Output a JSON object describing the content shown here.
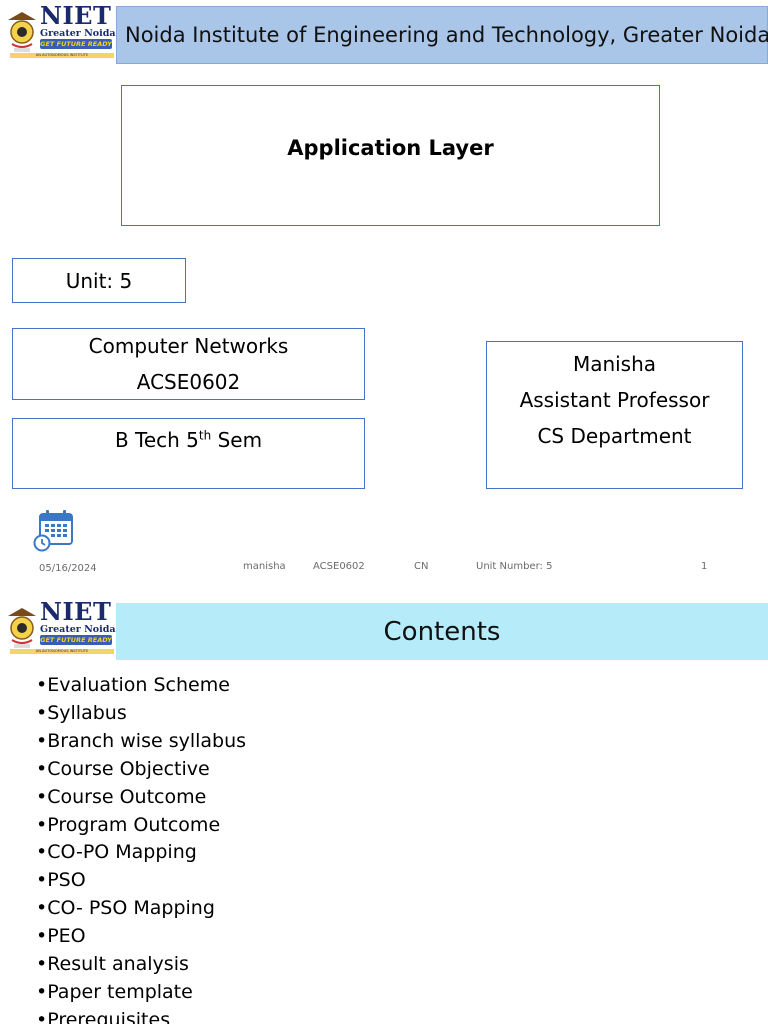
{
  "logo": {
    "name": "NIET",
    "subtitle": "Greater Noida",
    "tagline": "GET FUTURE READY",
    "strip": "AN AUTONOMOUS INSTITUTE"
  },
  "slide1": {
    "header_title": "Noida Institute of Engineering and Technology, Greater Noida",
    "topic_title": "Application Layer",
    "unit": "Unit: 5",
    "course_name": "Computer Networks",
    "course_code": "ACSE0602",
    "program_main": "B Tech 5",
    "program_sup": "th",
    "program_tail": " Sem",
    "faculty_name": "Manisha",
    "faculty_designation": "Assistant Professor",
    "faculty_department": "CS Department",
    "footer": {
      "date": "05/16/2024",
      "author": "manisha",
      "code": "ACSE0602",
      "subject": "CN",
      "unit_number": "Unit Number: 5",
      "page": "1"
    }
  },
  "slide2": {
    "title": "Contents",
    "items": [
      "•Evaluation Scheme",
      "•Syllabus",
      "•Branch wise syllabus",
      "•Course Objective",
      "•Course Outcome",
      "•Program Outcome",
      "•CO-PO Mapping",
      "•PSO",
      "•CO- PSO Mapping",
      "•PEO",
      "•Result analysis",
      "•Paper template",
      "•Prerequisites"
    ]
  },
  "colors": {
    "header_bar": "#a9c5e8",
    "contents_bar": "#b6ecfa",
    "box_border": "#4a72c4",
    "logo_blue": "#1a2a6c"
  },
  "icons": {
    "calendar": "calendar-clock-icon",
    "logo_emblem": "niet-emblem-icon"
  }
}
